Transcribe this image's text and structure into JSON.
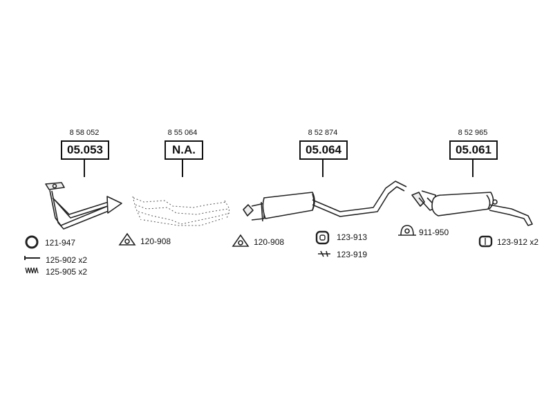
{
  "assemblies": [
    {
      "ref": "8 58 052",
      "code": "05.053"
    },
    {
      "ref": "8 55 064",
      "code": "N.A."
    },
    {
      "ref": "8 52 874",
      "code": "05.064"
    },
    {
      "ref": "8 52 965",
      "code": "05.061"
    }
  ],
  "parts": [
    {
      "code": "121-947",
      "icon": "ring-gasket-icon"
    },
    {
      "code": "125-902 x2",
      "icon": "bolt-icon"
    },
    {
      "code": "125-905 x2",
      "icon": "spring-icon"
    },
    {
      "code": "120-908",
      "icon": "triangle-gasket-icon"
    },
    {
      "code": "120-908",
      "icon": "triangle-gasket-icon"
    },
    {
      "code": "123-913",
      "icon": "rubber-hanger-icon"
    },
    {
      "code": "123-919",
      "icon": "hanger-strap-icon"
    },
    {
      "code": "911-950",
      "icon": "u-clamp-icon"
    },
    {
      "code": "123-912 x2",
      "icon": "rubber-mount-icon"
    }
  ]
}
